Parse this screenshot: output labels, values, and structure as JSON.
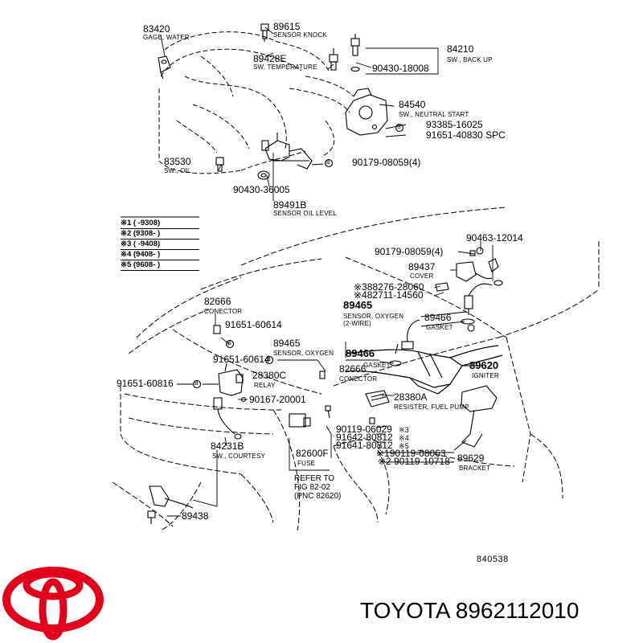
{
  "brand": {
    "name": "TOYOTA",
    "part_number": "8962112010"
  },
  "figure_number": "840538",
  "colors": {
    "logo_red": "#e2001a",
    "ink": "#000000"
  },
  "legend": [
    {
      "mark": "※1",
      "range": "(      -9308)"
    },
    {
      "mark": "※2",
      "range": "(9308-      )"
    },
    {
      "mark": "※3",
      "range": "(      -9408)"
    },
    {
      "mark": "※4",
      "range": "(9408-      )"
    },
    {
      "mark": "※5",
      "range": "(9608-      )"
    }
  ],
  "parts": {
    "p83420": {
      "pn": "83420",
      "desc": "GAGE, WATER"
    },
    "p89615": {
      "pn": "89615",
      "desc": "SENSOR KNOCK"
    },
    "p89428E": {
      "pn": "89428E",
      "desc": "SW, TEMPERATURE"
    },
    "p84210": {
      "pn": "84210",
      "desc": "SW., BACK UP"
    },
    "p90430_18008": {
      "pn": "90430-18008"
    },
    "p84540": {
      "pn": "84540",
      "desc": "SW., NEUTRAL START"
    },
    "p93385": {
      "pn": "93385-16025"
    },
    "p91651_40830": {
      "pn": "91651-40830 SPC"
    },
    "p83530": {
      "pn": "83530",
      "desc": "SW., OIL"
    },
    "p90179_top": {
      "pn": "90179-08059(4)"
    },
    "p90430_36005": {
      "pn": "90430-36005"
    },
    "p89491B": {
      "pn": "89491B",
      "desc": "SENSOR OIL LEVEL"
    },
    "p90463": {
      "pn": "90463-12014"
    },
    "p90179_mid": {
      "pn": "90179-08059(4)"
    },
    "p89437": {
      "pn": "89437",
      "desc": "COVER"
    },
    "p88276": {
      "pn": "※388276-28060"
    },
    "p82711": {
      "pn": "※482711-14560"
    },
    "p89465a": {
      "pn": "89465",
      "desc1": "SENSOR, OXYGEN",
      "desc2": "(2-WIRE)"
    },
    "p89466a": {
      "pn": "89466",
      "desc": "GASKET"
    },
    "p82666a": {
      "pn": "82666",
      "desc": "CONECTOR"
    },
    "p91651_60614a": {
      "pn": "91651-60614"
    },
    "p89465b": {
      "pn": "89465",
      "desc": "SENSOR, OXYGEN"
    },
    "p89466b": {
      "pn": "89466",
      "desc": "GASKET"
    },
    "p91651_60614b": {
      "pn": "91651-60614"
    },
    "p82666b": {
      "pn": "82666",
      "desc": "CONECTOR"
    },
    "p89620": {
      "pn": "89620",
      "desc": "IGNITER"
    },
    "p91651_60816": {
      "pn": "91651-60816"
    },
    "p28380C": {
      "pn": "28380C",
      "desc": "RELAY"
    },
    "p90167": {
      "pn": "90167-20001"
    },
    "p28380A": {
      "pn": "28380A",
      "desc": "RESISTER, FUEL PUMP"
    },
    "p90119_06029": {
      "pn": "90119-06029"
    },
    "p91642": {
      "pn": "91642-80812"
    },
    "p91641": {
      "pn": "91641-80812"
    },
    "p90119_08063": {
      "pn": "※190119-08063"
    },
    "p90119_10718": {
      "pn": "※2 90119-10718"
    },
    "p89629": {
      "pn": "89629",
      "desc": "BRACKET"
    },
    "p84231B": {
      "pn": "84231B",
      "desc": "SW., COURTESY"
    },
    "p82600F": {
      "pn": "82600F",
      "desc": "FUSE"
    },
    "p89438": {
      "pn": "89438"
    }
  },
  "marks": {
    "m3": "※3",
    "m4": "※4",
    "m5": "※5",
    "bolt": "B",
    "screw": "S"
  },
  "refer": {
    "line1": "REFER  TO",
    "line2": "FIG  82-02",
    "line3": "(PNC  82620)"
  }
}
